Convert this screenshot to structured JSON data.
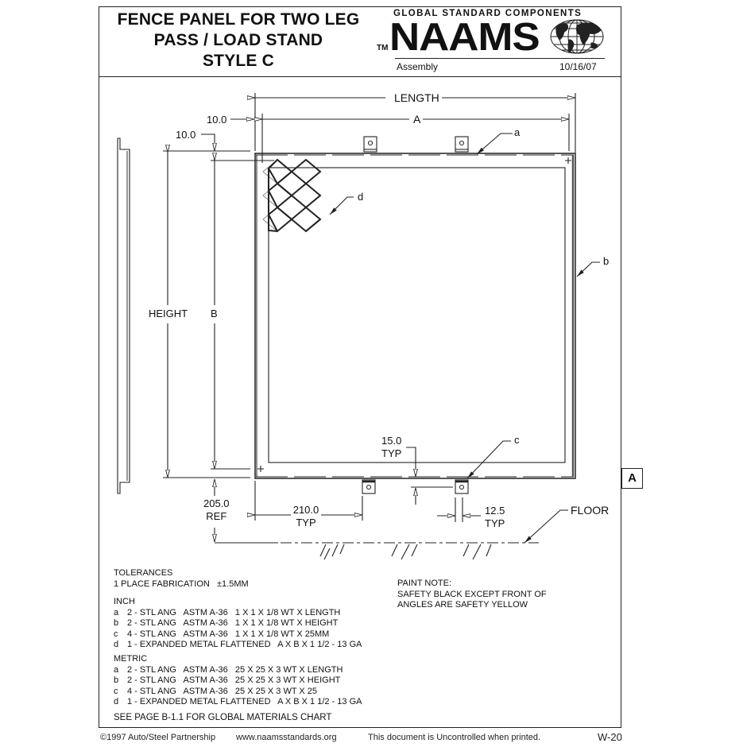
{
  "header": {
    "title_lines": [
      "FENCE PANEL FOR TWO LEG",
      "PASS / LOAD STAND",
      "STYLE C"
    ],
    "trademark": "TM",
    "brand_tagline": "GLOBAL STANDARD COMPONENTS",
    "brand_name": "NAAMS",
    "logo_icon": "globe-icon",
    "category": "Assembly",
    "date": "10/16/07"
  },
  "drawing": {
    "dimensions": {
      "length": "LENGTH",
      "a": "A",
      "offset_x": "10.0",
      "offset_y": "10.0",
      "height": "HEIGHT",
      "b": "B",
      "ref_value": "205.0",
      "ref_label": "REF",
      "tab_spacing_value": "210.0",
      "tab_spacing_label": "TYP",
      "tab_offset_value": "15.0",
      "tab_offset_label": "TYP",
      "tab_width_value": "12.5",
      "tab_width_label": "TYP"
    },
    "callouts": {
      "a": "a",
      "b": "b",
      "c": "c",
      "d": "d",
      "floor": "FLOOR"
    },
    "view_label": "A"
  },
  "notes": {
    "tolerances_title": "TOLERANCES",
    "tolerances_line": "1 PLACE FABRICATION   ±1.5MM",
    "inch_title": "INCH",
    "inch_items": [
      {
        "key": "a",
        "text": "2 - STL ANG   ASTM A-36   1 X 1 X 1/8 WT X LENGTH"
      },
      {
        "key": "b",
        "text": "2 - STL ANG   ASTM A-36   1 X 1 X 1/8 WT X HEIGHT"
      },
      {
        "key": "c",
        "text": "4 - STL ANG   ASTM A-36   1 X 1 X 1/8 WT X 25MM"
      },
      {
        "key": "d",
        "text": "1 - EXPANDED METAL FLATTENED   A X B X 1 1/2 - 13 GA"
      }
    ],
    "metric_title": "METRIC",
    "metric_items": [
      {
        "key": "a",
        "text": "2 - STL ANG   ASTM A-36   25 X 25 X 3 WT X LENGTH"
      },
      {
        "key": "b",
        "text": "2 - STL ANG   ASTM A-36   25 X 25 X 3 WT X HEIGHT"
      },
      {
        "key": "c",
        "text": "4 - STL ANG   ASTM A-36   25 X 25 X 3 WT X 25"
      },
      {
        "key": "d",
        "text": "1 - EXPANDED METAL FLATTENED   A X B X 1 1/2 - 13 GA"
      }
    ],
    "see_page": "SEE PAGE B-1.1 FOR GLOBAL MATERIALS CHART",
    "paint_title": "PAINT NOTE:",
    "paint_lines": [
      "SAFETY BLACK EXCEPT FRONT OF",
      "ANGLES ARE SAFETY YELLOW"
    ]
  },
  "footer": {
    "copyright": "©1997  Auto/Steel  Partnership",
    "website": "www.naamsstandards.org",
    "disclaimer": "This  document  is  Uncontrolled  when  printed.",
    "page": "W-20"
  }
}
